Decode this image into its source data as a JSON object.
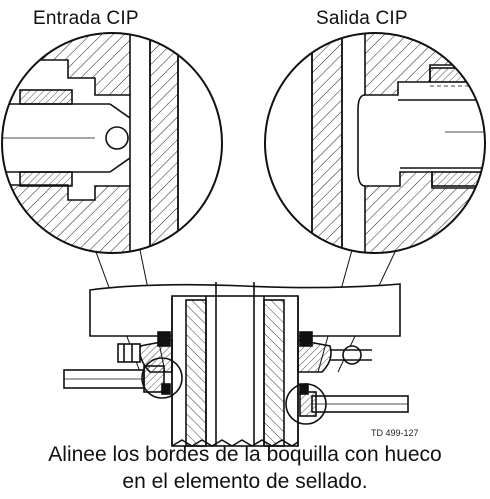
{
  "labels": {
    "inlet": "Entrada CIP",
    "outlet": "Salida CIP"
  },
  "doc_ref": "TD 499-127",
  "caption": {
    "line1": "Alinee los bordes de la boquilla con hueco",
    "line2": "en el elemento de sellado."
  }
}
